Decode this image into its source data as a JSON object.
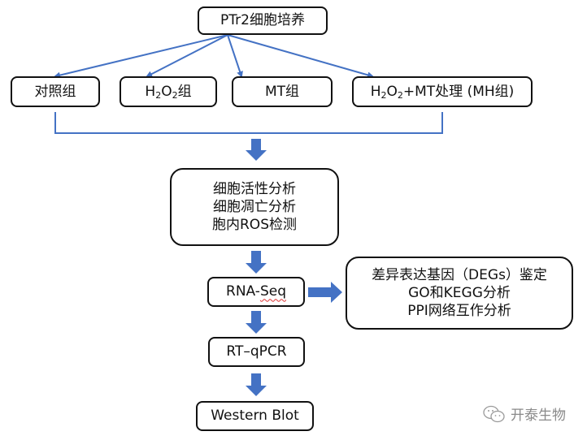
{
  "diagram": {
    "root": {
      "label": "PTr2细胞培养"
    },
    "groups": [
      {
        "label": "对照组"
      },
      {
        "label_parts": [
          "H",
          "2",
          "O",
          "2",
          "组"
        ],
        "label": "H2O2组"
      },
      {
        "label": "MT组"
      },
      {
        "label_parts": [
          "H",
          "2",
          "O",
          "2",
          "+MT处理 (MH组)"
        ],
        "label": "H2O2+MT处理 (MH组)"
      }
    ],
    "assays": {
      "lines": [
        "细胞活性分析",
        "细胞凋亡分析",
        "胞内ROS检测"
      ]
    },
    "rnaseq": {
      "label_prefix": "RNA-",
      "label_suffix": "Seq",
      "label": "RNA-Seq"
    },
    "rnaseq_analysis": {
      "lines": [
        "差异表达基因（DEGs）鉴定",
        "GO和KEGG分析",
        "PPI网络互作分析"
      ]
    },
    "qpcr": {
      "label": "RT–qPCR"
    },
    "western": {
      "label": "Western Blot"
    },
    "colors": {
      "arrow": "#4472C4",
      "border": "#111111"
    }
  },
  "watermark": {
    "text": "开泰生物",
    "icon": "wechat-icon"
  }
}
